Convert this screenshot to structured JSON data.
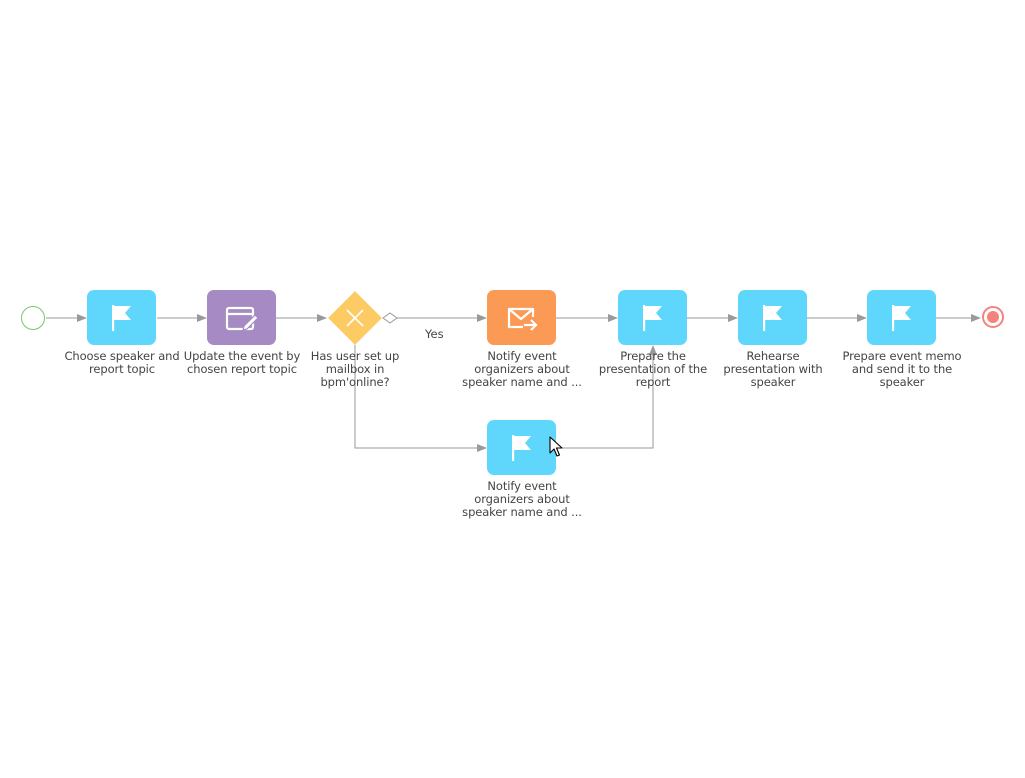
{
  "diagram": {
    "nodes": {
      "task1": {
        "label": "Choose speaker and\nreport topic",
        "icon": "flag-icon",
        "color": "#5fd6fb"
      },
      "task2": {
        "label": "Update the event by\nchosen report topic",
        "icon": "edit-window-icon",
        "color": "#a58ac3"
      },
      "gateway": {
        "label": "Has user set up\nmailbox in\nbpm'online?",
        "icon": "x-icon",
        "color": "#fdcb63"
      },
      "task3": {
        "label": "Notify event\norganizers about\nspeaker name and ...",
        "icon": "email-send-icon",
        "color": "#fb9a55"
      },
      "task4": {
        "label": "Notify event\norganizers about\nspeaker name and ...",
        "icon": "flag-icon",
        "color": "#5fd6fb"
      },
      "task5": {
        "label": "Prepare the\npresentation of the\nreport",
        "icon": "flag-icon",
        "color": "#5fd6fb"
      },
      "task6": {
        "label": "Rehearse\npresentation with\nspeaker",
        "icon": "flag-icon",
        "color": "#5fd6fb"
      },
      "task7": {
        "label": "Prepare event memo\nand send it to the\nspeaker",
        "icon": "flag-icon",
        "color": "#5fd6fb"
      }
    },
    "flows": {
      "yes_label": "Yes"
    },
    "colors": {
      "start": "#7ac66b",
      "end": "#f4837d",
      "connector": "#9a9a9a"
    }
  }
}
